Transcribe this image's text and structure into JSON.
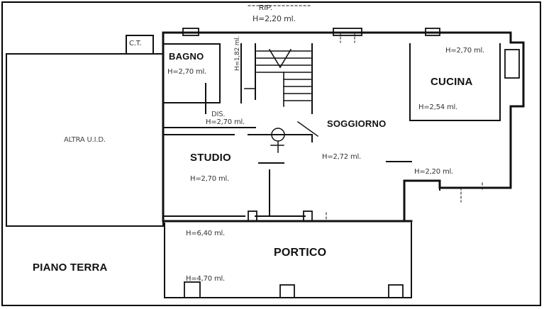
{
  "rooms": {
    "bagno": "BAGNO",
    "cucina": "CUCINA",
    "soggiorno": "SOGGIORNO",
    "studio": "STUDIO",
    "portico": "PORTICO",
    "altra_unita": "ALTRA U.I.D.",
    "dis": "DIS.",
    "ct": "C.T.",
    "rip": "RIP."
  },
  "heights": {
    "rip": "H=2,20 ml.",
    "bagno": "H=2,70 ml.",
    "stair": "H=1,82 ml.",
    "cucina_top": "H=2,70 ml.",
    "cucina_bottom": "H=2,54 ml.",
    "dis": "H=2,70 ml.",
    "soggiorno": "H=2,72 ml.",
    "studio": "H=2,70 ml.",
    "recess": "H=2,20 ml.",
    "portico_top": "H=6,40 ml.",
    "portico_bottom": "H=4,70 ml."
  },
  "floor_label": "PIANO TERRA"
}
